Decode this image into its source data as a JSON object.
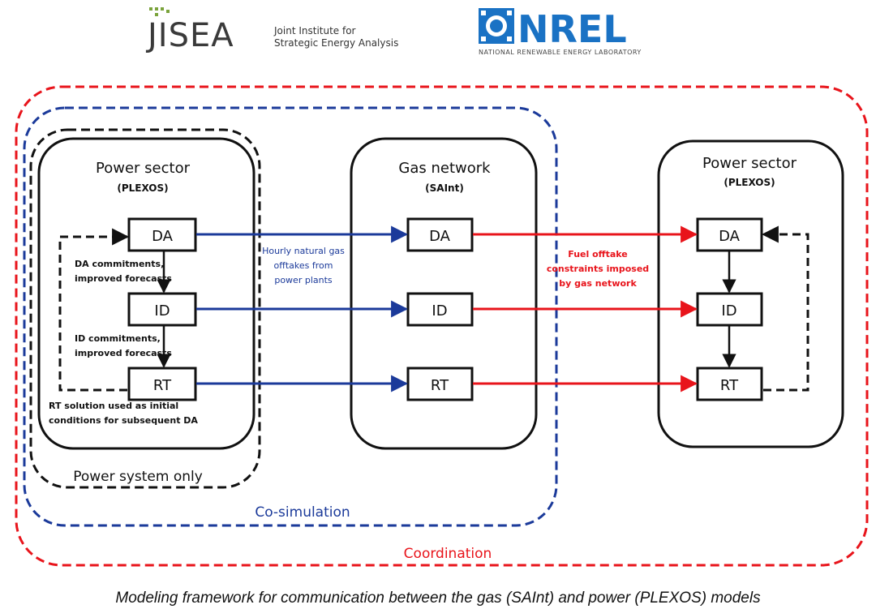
{
  "logos": {
    "jisea": {
      "mark": "JISEA",
      "line1": "Joint Institute for",
      "line2": "Strategic Energy Analysis"
    },
    "nrel": {
      "mark": "NREL",
      "subtitle": "NATIONAL RENEWABLE ENERGY LABORATORY"
    }
  },
  "regions": {
    "coordination": "Coordination",
    "cosimulation": "Co-simulation",
    "power_only": "Power system only"
  },
  "left_panel": {
    "title": "Power sector",
    "subtitle": "(PLEXOS)"
  },
  "middle_panel": {
    "title": "Gas network",
    "subtitle": "(SAInt)"
  },
  "right_panel": {
    "title": "Power sector",
    "subtitle": "(PLEXOS)"
  },
  "stages": {
    "da": "DA",
    "id": "ID",
    "rt": "RT"
  },
  "annotations": {
    "da_commit_1": "DA commitments,",
    "da_commit_2": "improved forecasts",
    "id_commit_1": "ID commitments,",
    "id_commit_2": "improved forecasts",
    "rt_solution_1": "RT solution used as initial",
    "rt_solution_2": "conditions for subsequent DA",
    "gas_1": "Hourly natural gas",
    "gas_2": "offtakes from",
    "gas_3": "power plants",
    "fuel_1": "Fuel offtake",
    "fuel_2": "constraints imposed",
    "fuel_3": "by gas network"
  },
  "caption": "Modeling framework for communication between the gas (SAInt) and power (PLEXOS) models",
  "colors": {
    "red": "#e8141b",
    "blue": "#1b3a9a",
    "black": "#111111",
    "nrel_blue": "#1a72c4",
    "jisea_green": "#7aa33b"
  }
}
